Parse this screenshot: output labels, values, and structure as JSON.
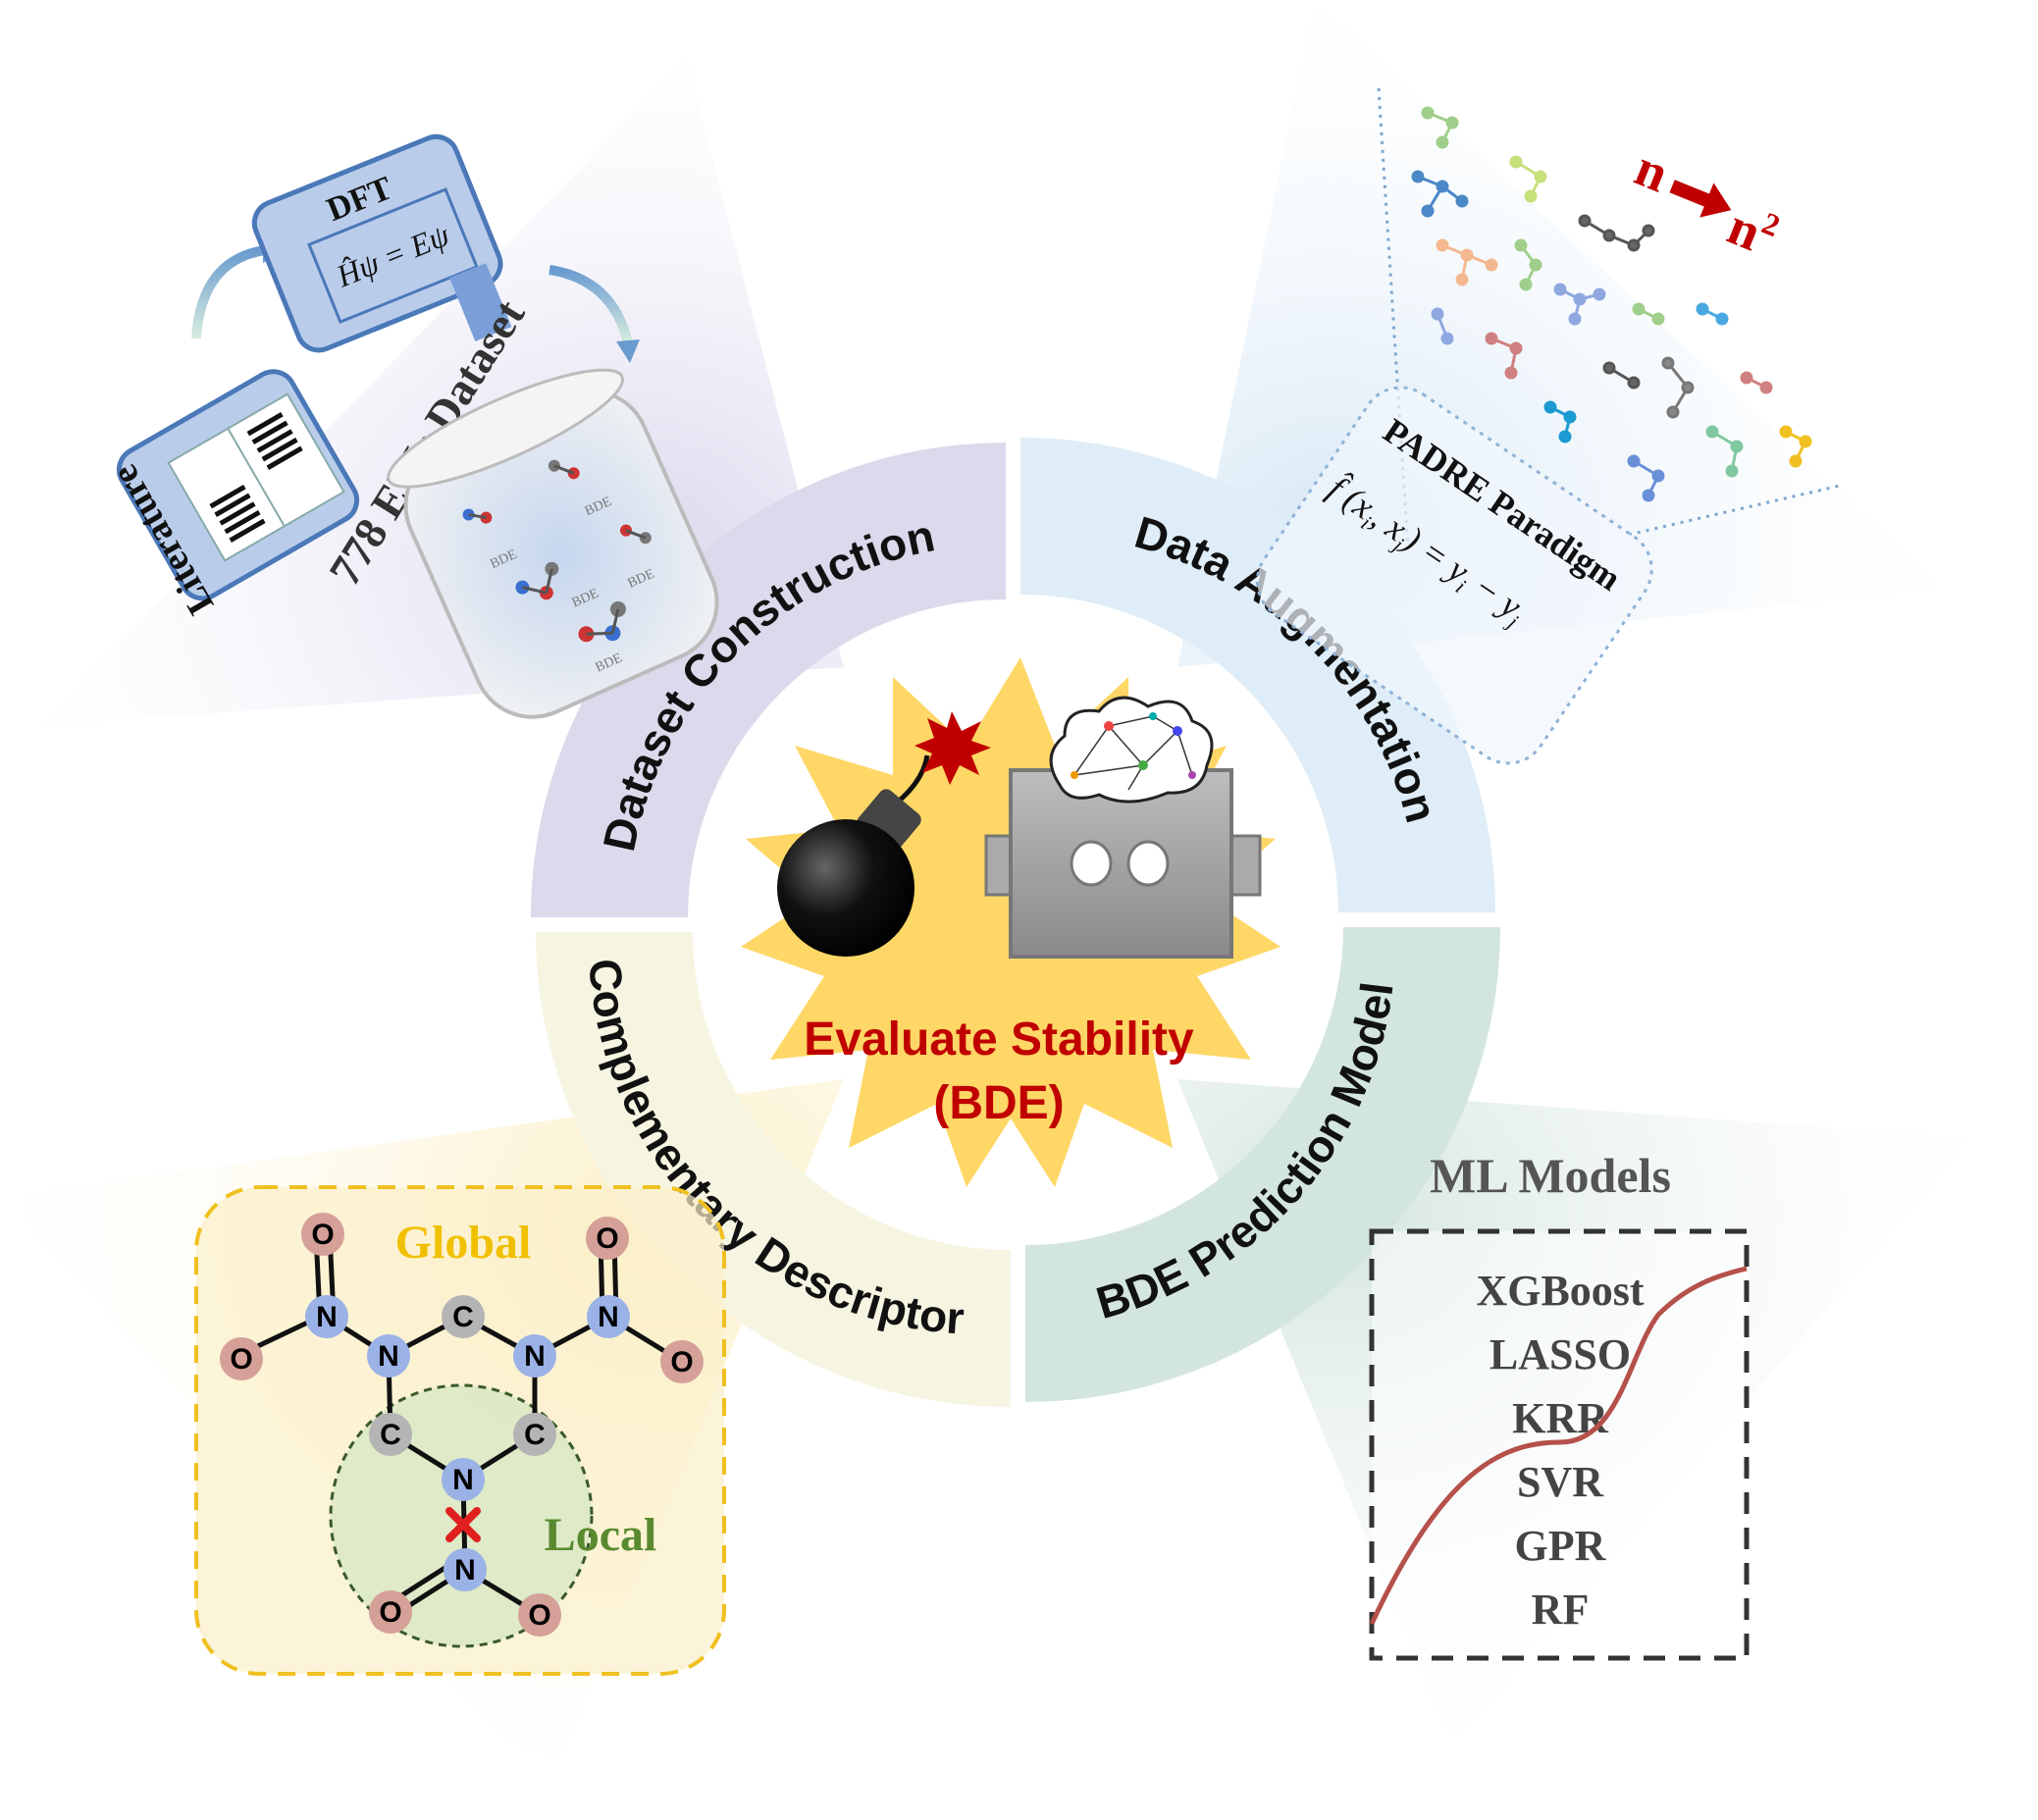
{
  "center": {
    "line1": "Evaluate Stability",
    "line2": "(BDE)"
  },
  "quadrants": {
    "q1": "Dataset Construction",
    "q2": "Data Augmentation",
    "q3": "BDE Prediction Model",
    "q4": "Complementary Descriptor"
  },
  "dataset": {
    "literature": "Literature",
    "dft": "DFT",
    "equation": "Ĥψ = Eψ",
    "dataset_label": "778 EMs Dataset",
    "bde_tag": "BDE"
  },
  "augmentation": {
    "n_from": "n",
    "n_to": "n",
    "n_to_exp": "2",
    "paradigm": "PADRE Paradigm",
    "formula_left": "f̂ (x",
    "sub_i": "i",
    "sep": ", x",
    "sub_j": "j",
    "formula_mid": ") = y",
    "formula_minus": " − y"
  },
  "models": {
    "title": "ML Models",
    "list": [
      "XGBoost",
      "LASSO",
      "KRR",
      "SVR",
      "GPR",
      "RF"
    ]
  },
  "descriptor": {
    "global": "Global",
    "local": "Local",
    "atoms": {
      "O": "O",
      "N": "N",
      "C": "C"
    }
  },
  "colors": {
    "center_text": "#c00000",
    "global_label": "#f0c000",
    "local_label": "#5a8a30",
    "arrow_red": "#c00000",
    "curve": "#b5504a"
  }
}
